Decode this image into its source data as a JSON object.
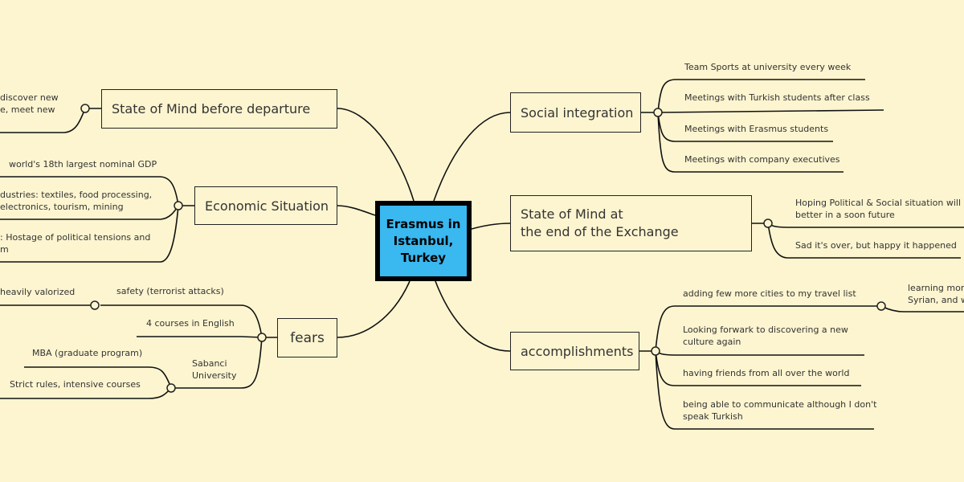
{
  "center": {
    "line1": "Erasmus in",
    "line2": "Istanbul,",
    "line3": "Turkey"
  },
  "branches": {
    "social": {
      "title": "Social integration",
      "items": [
        "Team Sports at university every week",
        "Meetings with Turkish students after class",
        "Meetings with Erasmus students",
        "Meetings with company executives"
      ]
    },
    "end_state": {
      "line1": "State of Mind at",
      "line2": "the end of the Exchange",
      "items": [
        {
          "line1": "Hoping Political & Social situation will ge",
          "line2": "better in a soon future"
        },
        {
          "line1": "Sad it's over, but happy it happened"
        }
      ]
    },
    "accomplishments": {
      "title": "accomplishments",
      "items": [
        {
          "line1": "adding few more cities to my travel list",
          "sub": {
            "line1": "learning more",
            "line2": "Syrian, and w"
          }
        },
        {
          "line1": "Looking forwark to discovering a new",
          "line2": "culture again"
        },
        {
          "line1": "having friends from all over the world"
        },
        {
          "line1": "being able to communicate although I don't",
          "line2": "speak Turkish"
        }
      ]
    },
    "before": {
      "title": "State of Mind before departure",
      "items": [
        {
          "line1": "discover new",
          "line2": "e, meet new"
        }
      ]
    },
    "economic": {
      "title": "Economic Situation",
      "items": [
        {
          "line1": "world's 18th largest nominal GDP"
        },
        {
          "line1": "dustries: textiles, food processing,",
          "line2": "electronics, tourism, mining"
        },
        {
          "line1": ": Hostage of political tensions and",
          "line2": "m"
        }
      ]
    },
    "fears": {
      "title": "fears",
      "safety": {
        "label": "safety (terrorist attacks)",
        "sub": "heavily valorized"
      },
      "courses": "4 courses in English",
      "sabanci": {
        "line1": "Sabanci",
        "line2": "University",
        "items": [
          "MBA (graduate program)",
          "Strict rules, intensive courses"
        ]
      }
    }
  }
}
